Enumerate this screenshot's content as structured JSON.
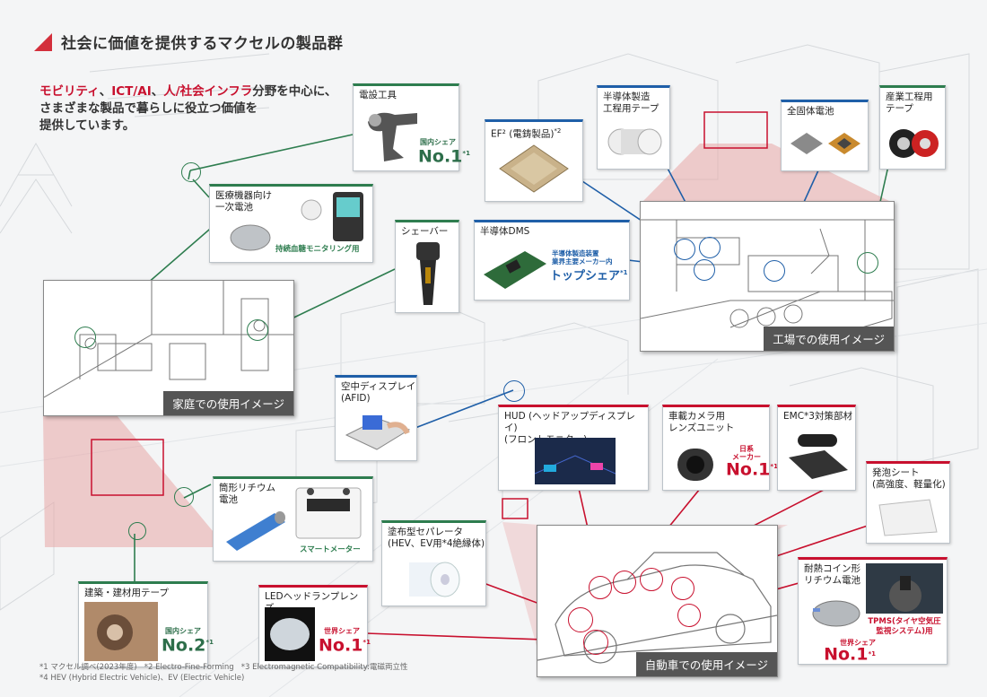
{
  "header": {
    "title": "社会に価値を提供するマクセルの製品群"
  },
  "intro": {
    "p1": "モビリティ",
    "sep1": "、",
    "p2": "ICT/AI",
    "sep2": "、",
    "p3": "人/社会インフラ",
    "rest1": "分野を中心に、",
    "line2": "さまざまな製品で暮らしに役立つ価値を",
    "line3": "提供しています。"
  },
  "products": {
    "power_tool": {
      "label": "電設工具",
      "share_small": "国内シェア",
      "share_big": "No.1",
      "sup": "*1"
    },
    "medical_battery": {
      "label": "医療機器向け\n一次電池",
      "note": "持続血糖モニタリング用"
    },
    "shaver": {
      "label": "シェーバー"
    },
    "ef2": {
      "label": "EF² (電鋳製品)",
      "sup": "*2"
    },
    "semi_tape": {
      "label": "半導体製造\n工程用テープ"
    },
    "solid_battery": {
      "label": "全固体電池"
    },
    "industrial_tape": {
      "label": "産業工程用\nテープ"
    },
    "semi_dms": {
      "label": "半導体DMS",
      "note1": "半導体製造装置",
      "note2": "業界主要メーカー内",
      "share_big": "トップシェア",
      "sup": "*1"
    },
    "afid": {
      "label": "空中ディスプレイ\n(AFID)"
    },
    "hud": {
      "label": "HUD (ヘッドアップディスプレイ)\n(フロントモニター)"
    },
    "camera_lens": {
      "label": "車載カメラ用\nレンズユニット",
      "share_small": "日系\nメーカー",
      "share_big": "No.1",
      "sup": "*1"
    },
    "emc": {
      "label": "EMC*3対策部材"
    },
    "foam": {
      "label": "発泡シート\n(高強度、軽量化)"
    },
    "cyl_battery": {
      "label": "筒形リチウム\n電池",
      "note": "スマートメーター"
    },
    "separator": {
      "label": "塗布型セパレータ\n(HEV、EV用*4絶縁体)"
    },
    "building_tape": {
      "label": "建築・建材用テープ",
      "share_small": "国内シェア",
      "share_big": "No.2",
      "sup": "*1"
    },
    "led_lens": {
      "label": "LEDヘッドランプレンズ",
      "share_small": "世界シェア",
      "share_big": "No.1",
      "sup": "*1"
    },
    "coin_battery": {
      "label": "耐熱コイン形\nリチウム電池",
      "share_small": "世界シェア",
      "share_big": "No.1",
      "sup": "*1",
      "note": "TPMS(タイヤ空気圧\n監視システム)用"
    }
  },
  "scenes": {
    "home": "家庭での使用イメージ",
    "factory": "工場での使用イメージ",
    "car": "自動車での使用イメージ"
  },
  "footnotes": {
    "line1": "*1 マクセル調べ(2023年度)   *2 Electro-Fine-Forming   *3 Electromagnetic Compatibility:電磁両立性",
    "line2": "*4 HEV (Hybrid Electric Vehicle)、EV (Electric Vehicle)"
  },
  "colors": {
    "accent_red": "#c8102e",
    "green": "#2e7d4f",
    "blue": "#1f5fa8"
  }
}
